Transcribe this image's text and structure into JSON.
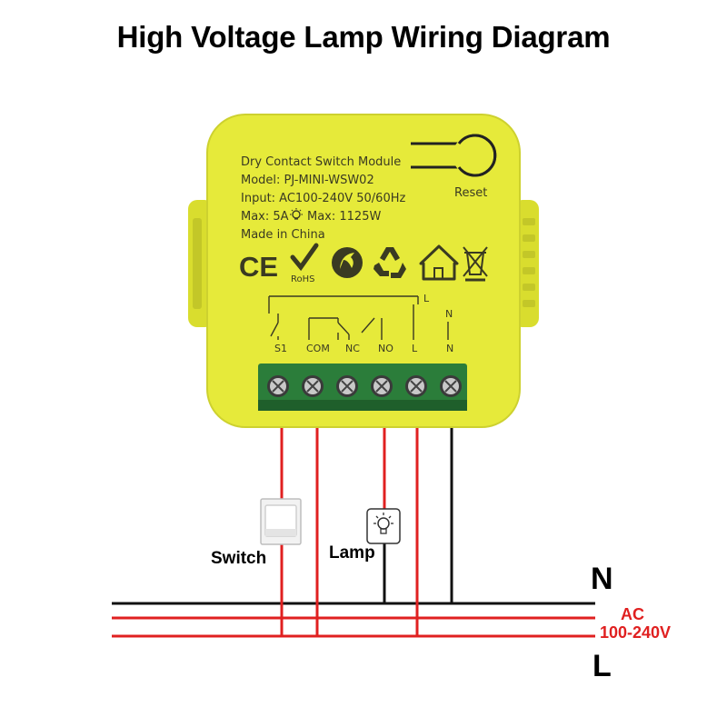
{
  "title": "High Voltage Lamp Wiring Diagram",
  "module": {
    "lines": [
      "Dry Contact Switch Module",
      "Model:  PJ-MINI-WSW02",
      "Input:  AC100-240V 50/60Hz",
      "Max: 5A",
      "Max: 1125W",
      "Made in China"
    ],
    "reset_label": "Reset",
    "cert_marks": [
      "CE",
      "RoHS"
    ],
    "icons": [
      "ce-mark",
      "rohs-check-icon",
      "green-dot-icon",
      "recycle-icon",
      "house-icon",
      "crossed-bin-icon",
      "bulb-icon"
    ],
    "diagram_l_label": "L",
    "terminals": [
      "S1",
      "COM",
      "NC",
      "NO",
      "L",
      "N"
    ],
    "n_label": "N",
    "body_color": "#e6ea3a",
    "block_color": "#2b7d3a"
  },
  "devices": {
    "switch_label": "Switch",
    "lamp_label": "Lamp"
  },
  "supply": {
    "n_label": "N",
    "l_label": "L",
    "ac_label": "AC",
    "voltage_label": "100-240V",
    "wire_red": "#e02020",
    "wire_black": "#111111",
    "accent_red": "#e02020"
  }
}
